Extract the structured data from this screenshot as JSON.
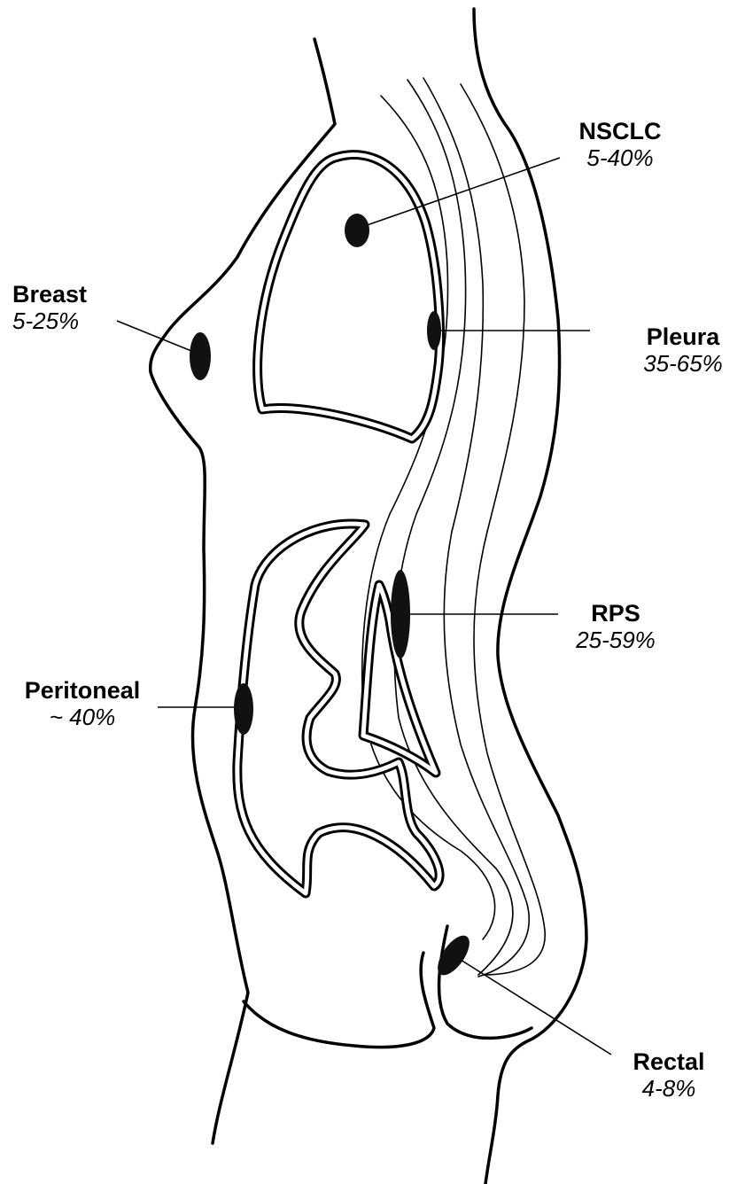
{
  "sites": [
    {
      "id": "nsclc",
      "name": "NSCLC",
      "pct": "5-40%"
    },
    {
      "id": "breast",
      "name": "Breast",
      "pct": "5-25%"
    },
    {
      "id": "pleura",
      "name": "Pleura",
      "pct": "35-65%"
    },
    {
      "id": "rps",
      "name": "RPS",
      "pct": "25-59%"
    },
    {
      "id": "peritoneal",
      "name": "Peritoneal",
      "pct": "~ 40%"
    },
    {
      "id": "rectal",
      "name": "Rectal",
      "pct": "4-8%"
    }
  ],
  "colors": {
    "ink": "#000000",
    "lesion": "#111111",
    "background": "#ffffff"
  }
}
